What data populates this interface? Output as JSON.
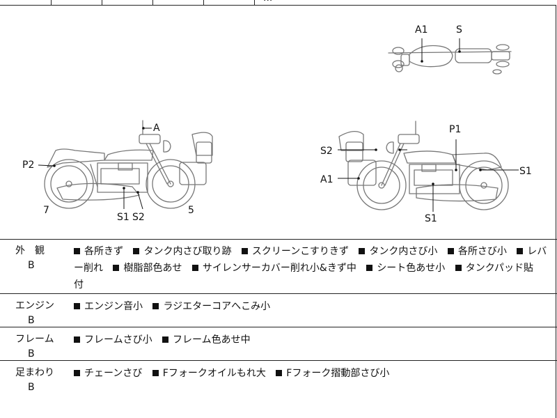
{
  "top_row_text": "...",
  "labels": {
    "top_view": {
      "a1": "A1",
      "s": "S"
    },
    "left_view": {
      "a": "A",
      "p2": "P2",
      "s1": "S1",
      "s2": "S2",
      "n7": "7",
      "n5": "5"
    },
    "right_view": {
      "p1": "P1",
      "s2": "S2",
      "a1": "A1",
      "s1_right": "S1",
      "s1_bottom": "S1"
    }
  },
  "sections": [
    {
      "heading": "外　観",
      "grade": "B",
      "notes": [
        "各所きず",
        "タンク内さび取り跡",
        "スクリーンこすりきず",
        "タンク内さび小",
        "各所さび小",
        "レバー削れ",
        "樹脂部色あせ",
        "サイレンサーカバー削れ小&きず中",
        "シート色あせ小",
        "タンクパッド貼付"
      ]
    },
    {
      "heading": "エンジン",
      "grade": "B",
      "notes": [
        "エンジン音小",
        "ラジエターコアへこみ小"
      ]
    },
    {
      "heading": "フレーム",
      "grade": "B",
      "notes": [
        "フレームさび小",
        "フレーム色あせ中"
      ]
    },
    {
      "heading": "足まわり",
      "grade": "B",
      "notes": [
        "チェーンさび",
        "Fフォークオイルもれ大",
        "Fフォーク摺動部さび小"
      ]
    }
  ]
}
